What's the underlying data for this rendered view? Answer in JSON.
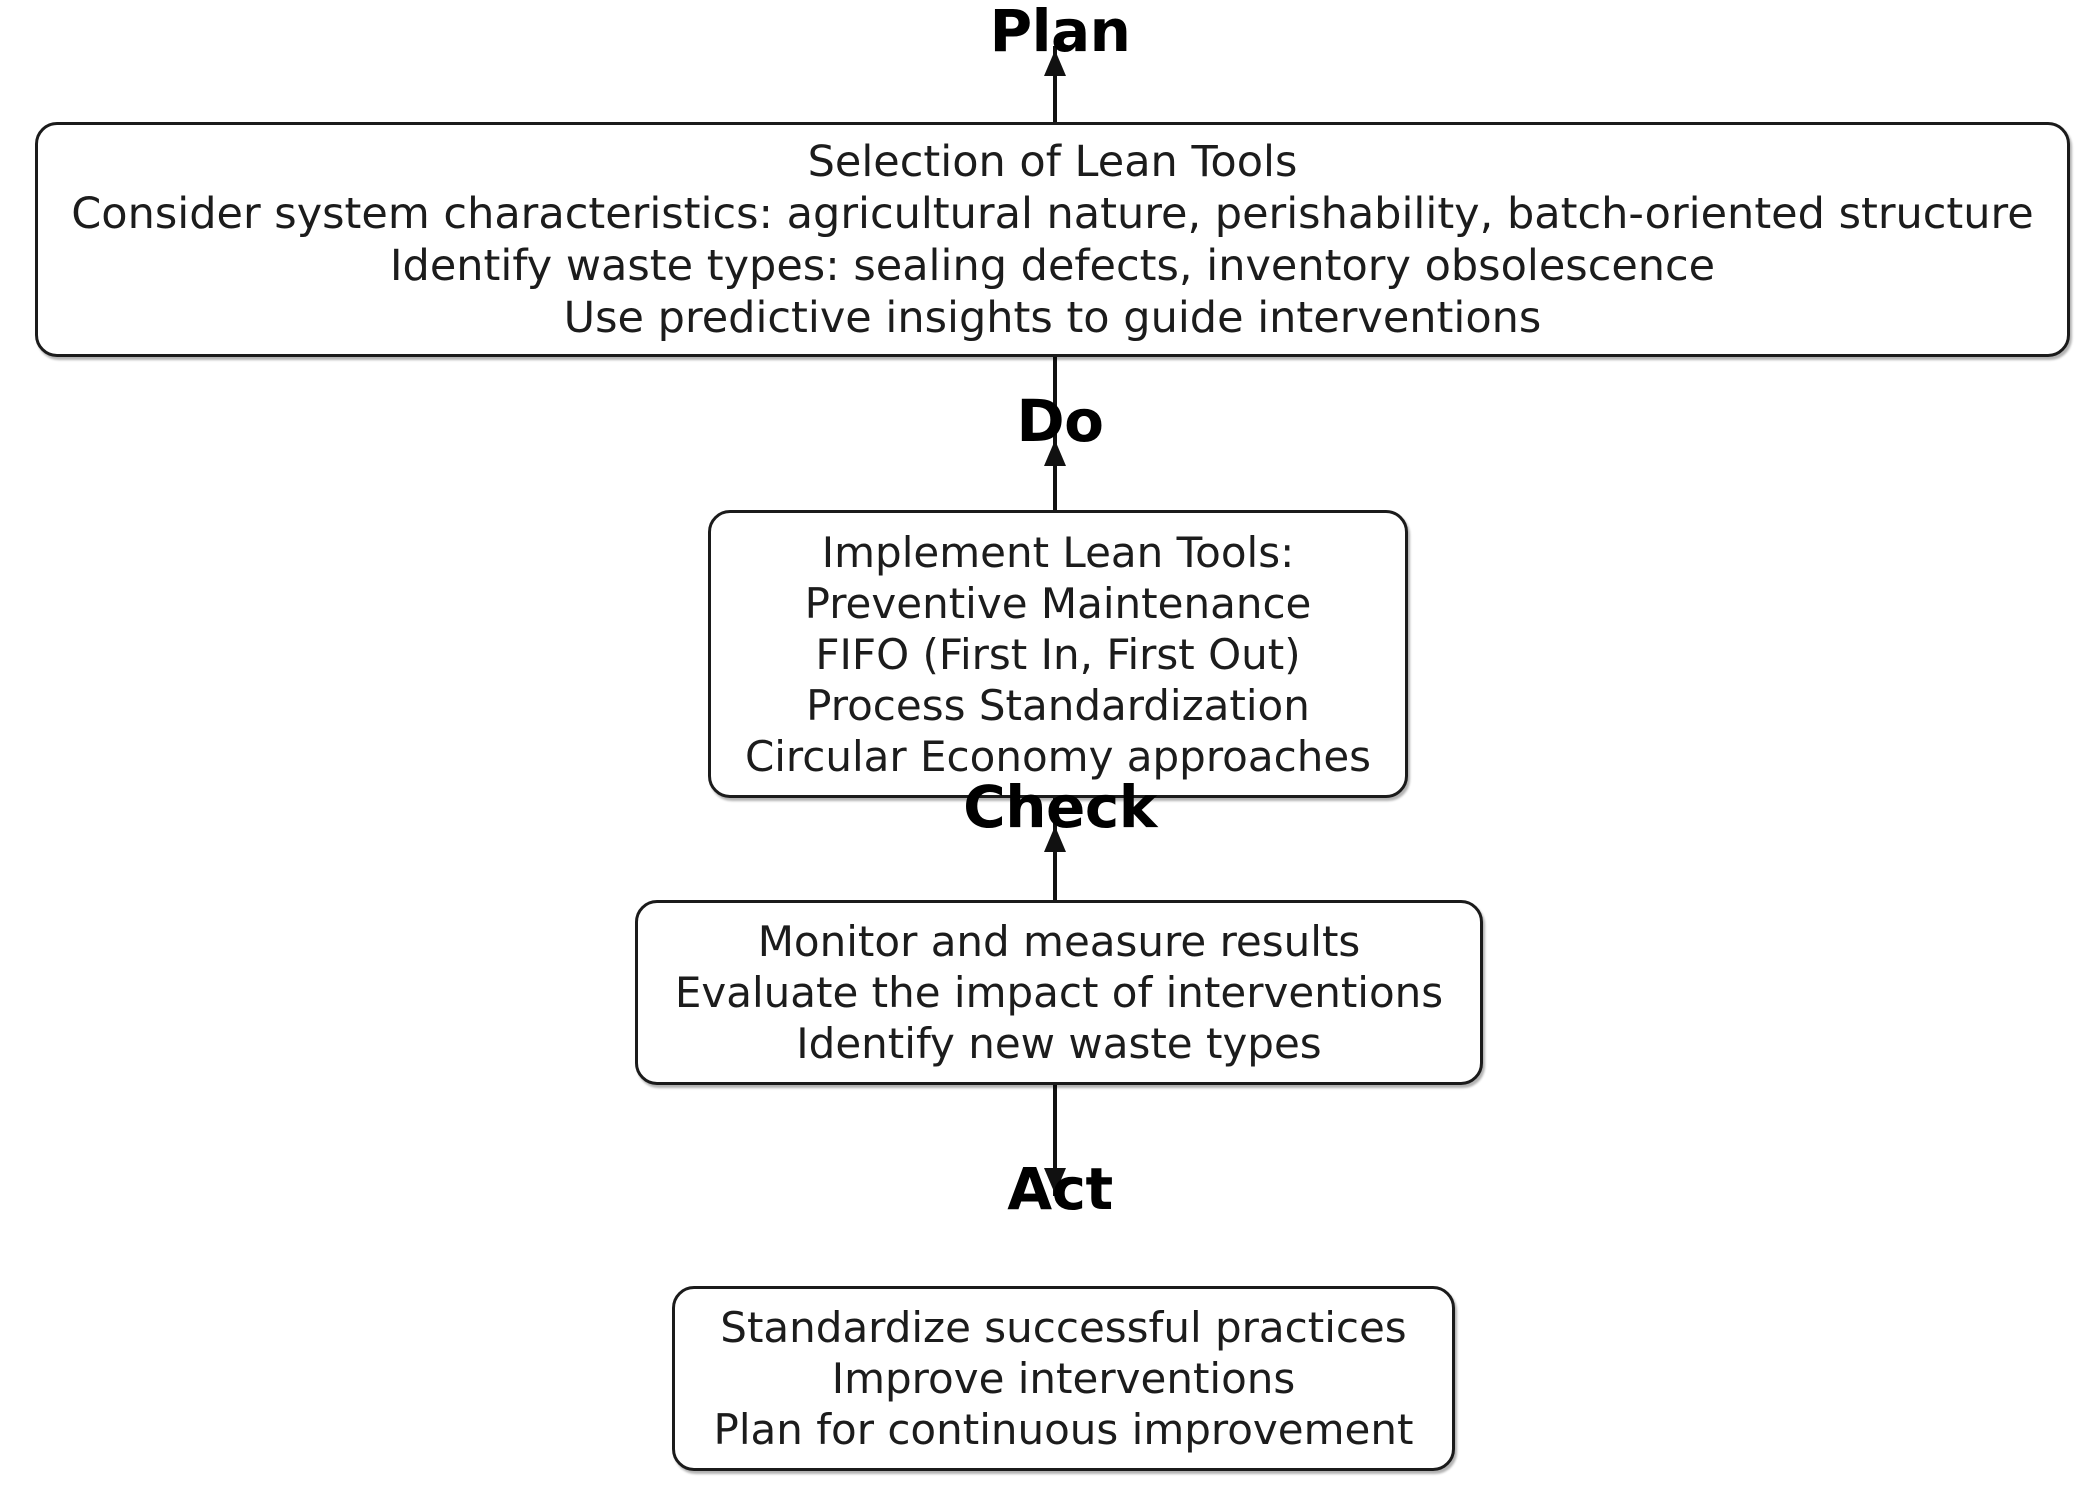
{
  "diagram": {
    "type": "pdca-cycle-flowchart",
    "title_visible": false,
    "accent_color": "#111111",
    "box_border_color": "#1b1b1b",
    "background_color": "#ffffff"
  },
  "stages": [
    {
      "key": "plan",
      "label": "Plan",
      "arrow_direction": "up",
      "lines": [
        "Selection of Lean Tools",
        "Consider system characteristics: agricultural nature, perishability, batch-oriented structure",
        "Identify waste types: sealing defects, inventory obsolescence",
        "Use predictive insights to guide interventions"
      ]
    },
    {
      "key": "do",
      "label": "Do",
      "arrow_direction": "up",
      "lines": [
        "Implement Lean Tools:",
        "Preventive Maintenance",
        "FIFO (First In, First Out)",
        "Process Standardization",
        "Circular Economy approaches"
      ]
    },
    {
      "key": "check",
      "label": "Check",
      "arrow_direction": "up",
      "lines": [
        "Monitor and measure results",
        "Evaluate the impact of interventions",
        "Identify new waste types"
      ]
    },
    {
      "key": "act",
      "label": "Act",
      "arrow_direction": "down",
      "lines": [
        "Standardize successful practices",
        "Improve interventions",
        "Plan for continuous improvement"
      ]
    }
  ]
}
